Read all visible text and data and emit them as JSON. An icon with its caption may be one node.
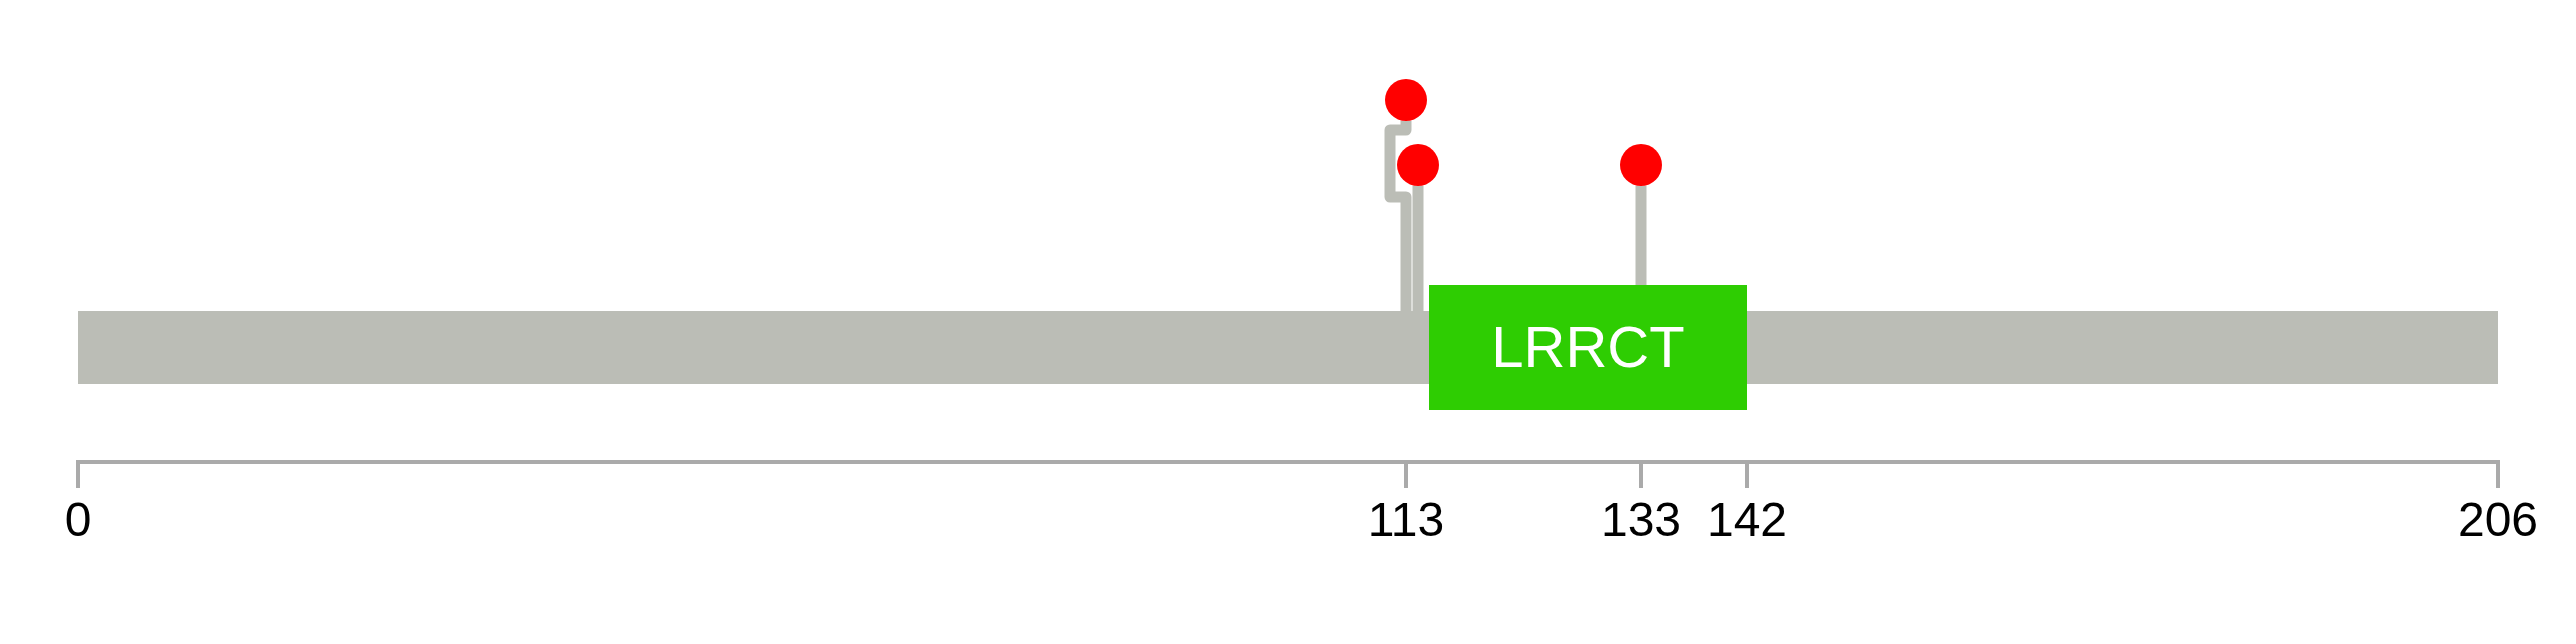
{
  "diagram": {
    "nodes": [
      {
        "text": [],
        "shape": "bar"
      },
      {
        "text": [
          "LRRCT"
        ]
      },
      {
        "text": [],
        "shape": "circle"
      },
      {
        "text": [],
        "shape": "circle"
      },
      {
        "text": [],
        "shape": "circle"
      }
    ],
    "edges": [
      {
        "from": 2,
        "to": 0,
        "arrow": "none"
      },
      {
        "from": 3,
        "to": 0,
        "arrow": "none"
      },
      {
        "from": 4,
        "to": 1,
        "arrow": "none"
      }
    ],
    "labels": [
      "0",
      "113",
      "133",
      "142",
      "206"
    ]
  }
}
